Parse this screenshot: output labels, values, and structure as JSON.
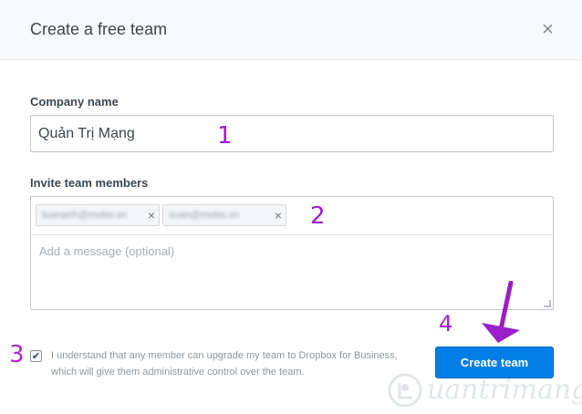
{
  "dialog": {
    "title": "Create a free team",
    "close_symbol": "×",
    "company": {
      "label": "Company name",
      "value": "Quản Trị Mạng"
    },
    "invite": {
      "label": "Invite team members",
      "chips": [
        {
          "text": "tuananh@mobo.vn",
          "remove_symbol": "×"
        },
        {
          "text": "xuan@mobo.vn",
          "remove_symbol": "×"
        }
      ],
      "message_placeholder": "Add a message (optional)"
    },
    "agree": {
      "checked": true,
      "check_symbol": "✔",
      "text": "I understand that any member can upgrade my team to Dropbox for Business, which will give them administrative control over the team."
    },
    "create_button": "Create team"
  },
  "annotations": [
    "1",
    "2",
    "3",
    "4"
  ],
  "colors": {
    "accent": "#007ee5",
    "annotation": "#9b1ec9",
    "header_bg": "#f7f9fa"
  },
  "icons": {
    "close": "close-icon",
    "chip_remove": "remove-chip-icon",
    "arrow": "arrow-down-icon",
    "watermark": "quantrimang-logo-icon"
  },
  "watermark_text": "uantrimang"
}
